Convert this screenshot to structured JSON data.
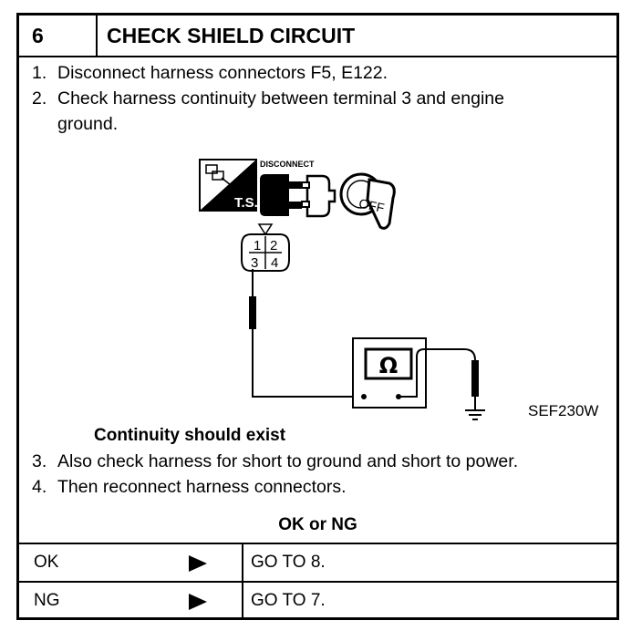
{
  "header": {
    "step_number": "6",
    "title": "CHECK SHIELD CIRCUIT"
  },
  "steps_before": [
    {
      "num": "1.",
      "text": "Disconnect harness connectors F5, E122."
    },
    {
      "num": "2.",
      "text": "Check harness continuity between terminal 3 and engine",
      "cont": "ground."
    }
  ],
  "diagram": {
    "disconnect_label": "DISCONNECT",
    "ts_label": "T.S.",
    "ignition_label": "OFF",
    "terminals": [
      "1",
      "2",
      "3",
      "4"
    ],
    "ohm_symbol": "Ω",
    "figure_ref": "SEF230W"
  },
  "condition": "Continuity should exist",
  "steps_after": [
    {
      "num": "3.",
      "text": "Also check harness for short to ground and short to power."
    },
    {
      "num": "4.",
      "text": "Then reconnect harness connectors."
    }
  ],
  "result_header": "OK or NG",
  "results": [
    {
      "label": "OK",
      "action": "GO TO 8."
    },
    {
      "label": "NG",
      "action": "GO TO 7."
    }
  ]
}
